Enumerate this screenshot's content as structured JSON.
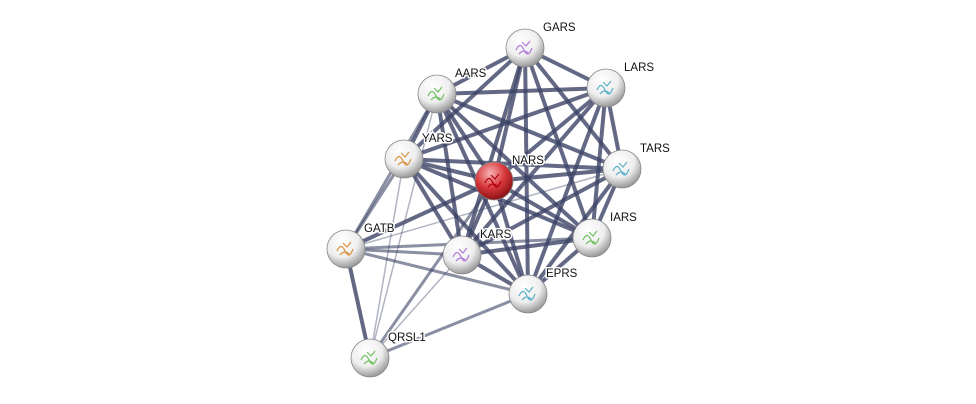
{
  "network": {
    "query_node": "NARS",
    "colors": {
      "edge": "#3c4466",
      "node": "#f2f2f2",
      "query_node": "#d8232a"
    },
    "nodes": [
      {
        "id": "GARS"
      },
      {
        "id": "LARS"
      },
      {
        "id": "AARS"
      },
      {
        "id": "YARS"
      },
      {
        "id": "NARS"
      },
      {
        "id": "TARS"
      },
      {
        "id": "IARS"
      },
      {
        "id": "GATB"
      },
      {
        "id": "KARS"
      },
      {
        "id": "EPRS"
      },
      {
        "id": "QRSL1"
      }
    ],
    "edges": [
      [
        "GARS",
        "LARS",
        "strong"
      ],
      [
        "GARS",
        "AARS",
        "strong"
      ],
      [
        "GARS",
        "YARS",
        "strong"
      ],
      [
        "GARS",
        "NARS",
        "strong"
      ],
      [
        "GARS",
        "TARS",
        "strong"
      ],
      [
        "GARS",
        "IARS",
        "strong"
      ],
      [
        "GARS",
        "KARS",
        "strong"
      ],
      [
        "GARS",
        "EPRS",
        "strong"
      ],
      [
        "LARS",
        "AARS",
        "strong"
      ],
      [
        "LARS",
        "YARS",
        "strong"
      ],
      [
        "LARS",
        "NARS",
        "strong"
      ],
      [
        "LARS",
        "TARS",
        "strong"
      ],
      [
        "LARS",
        "IARS",
        "strong"
      ],
      [
        "LARS",
        "KARS",
        "strong"
      ],
      [
        "LARS",
        "EPRS",
        "strong"
      ],
      [
        "AARS",
        "YARS",
        "strong"
      ],
      [
        "AARS",
        "NARS",
        "strong"
      ],
      [
        "AARS",
        "TARS",
        "strong"
      ],
      [
        "AARS",
        "IARS",
        "strong"
      ],
      [
        "AARS",
        "KARS",
        "strong"
      ],
      [
        "AARS",
        "EPRS",
        "strong"
      ],
      [
        "AARS",
        "GATB",
        "medium"
      ],
      [
        "YARS",
        "NARS",
        "strong"
      ],
      [
        "YARS",
        "TARS",
        "strong"
      ],
      [
        "YARS",
        "IARS",
        "strong"
      ],
      [
        "YARS",
        "KARS",
        "strong"
      ],
      [
        "YARS",
        "EPRS",
        "strong"
      ],
      [
        "YARS",
        "GATB",
        "medium"
      ],
      [
        "YARS",
        "QRSL1",
        "weak"
      ],
      [
        "NARS",
        "TARS",
        "strong"
      ],
      [
        "NARS",
        "IARS",
        "strong"
      ],
      [
        "NARS",
        "KARS",
        "strong"
      ],
      [
        "NARS",
        "EPRS",
        "strong"
      ],
      [
        "NARS",
        "GATB",
        "strong"
      ],
      [
        "NARS",
        "QRSL1",
        "medium"
      ],
      [
        "TARS",
        "IARS",
        "strong"
      ],
      [
        "TARS",
        "KARS",
        "strong"
      ],
      [
        "TARS",
        "EPRS",
        "strong"
      ],
      [
        "TARS",
        "GATB",
        "weak"
      ],
      [
        "IARS",
        "KARS",
        "strong"
      ],
      [
        "IARS",
        "EPRS",
        "strong"
      ],
      [
        "IARS",
        "GATB",
        "medium"
      ],
      [
        "KARS",
        "EPRS",
        "strong"
      ],
      [
        "KARS",
        "GATB",
        "medium"
      ],
      [
        "KARS",
        "QRSL1",
        "weak"
      ],
      [
        "EPRS",
        "GATB",
        "medium"
      ],
      [
        "EPRS",
        "QRSL1",
        "medium"
      ],
      [
        "GATB",
        "QRSL1",
        "strong"
      ],
      [
        "AARS",
        "QRSL1",
        "weak"
      ]
    ]
  }
}
